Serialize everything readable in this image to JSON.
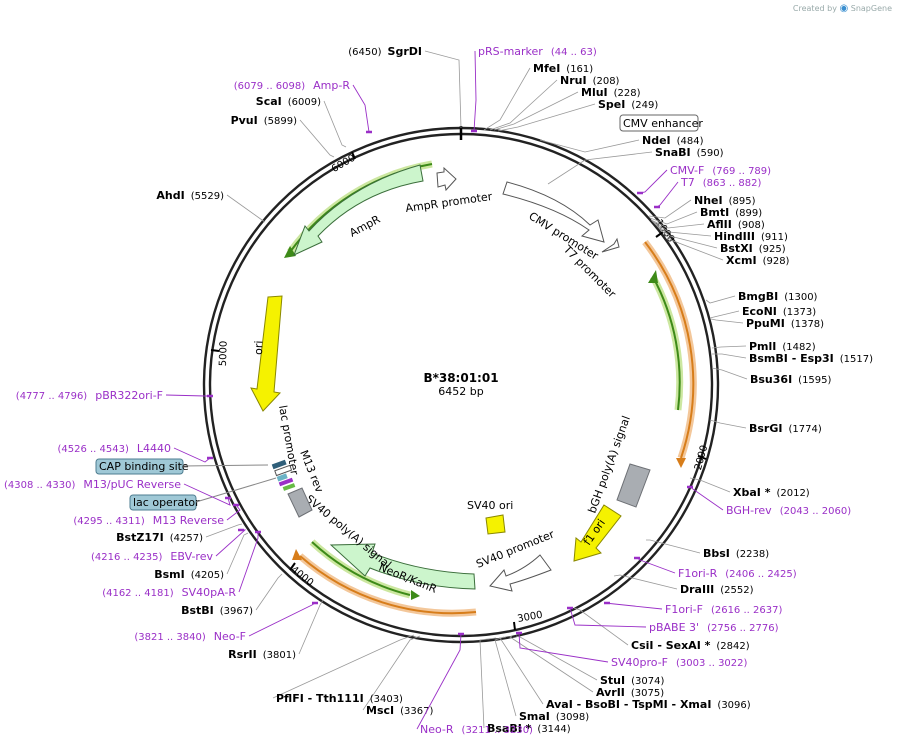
{
  "brand": {
    "prefix": "Created by",
    "logo": "SnapGene"
  },
  "plasmid": {
    "name": "B*38:01:01",
    "size": "6452 bp"
  },
  "ticks": [
    "1000",
    "2000",
    "3000",
    "4000",
    "5000",
    "6000"
  ],
  "features": [
    {
      "name": "CMV enhancer",
      "boxed": true
    },
    {
      "name": "CMV promoter"
    },
    {
      "name": "T7 promoter"
    },
    {
      "name": "bGH poly(A) signal"
    },
    {
      "name": "f1 ori"
    },
    {
      "name": "SV40 ori"
    },
    {
      "name": "SV40 promoter"
    },
    {
      "name": "NeoR/KanR"
    },
    {
      "name": "SV40 poly(A) signal"
    },
    {
      "name": "M13 rev"
    },
    {
      "name": "lac promoter"
    },
    {
      "name": "ori"
    },
    {
      "name": "AmpR"
    },
    {
      "name": "AmpR promoter"
    },
    {
      "name": "CAP binding site",
      "boxed": true
    },
    {
      "name": "lac operator",
      "boxed": true
    }
  ],
  "enzymes": [
    {
      "name": "SgrDI",
      "pos": "(6450)"
    },
    {
      "name": "MfeI",
      "pos": "(161)"
    },
    {
      "name": "NruI",
      "pos": "(208)"
    },
    {
      "name": "MluI",
      "pos": "(228)"
    },
    {
      "name": "SpeI",
      "pos": "(249)"
    },
    {
      "name": "NdeI",
      "pos": "(484)"
    },
    {
      "name": "SnaBI",
      "pos": "(590)"
    },
    {
      "name": "NheI",
      "pos": "(895)"
    },
    {
      "name": "BmtI",
      "pos": "(899)"
    },
    {
      "name": "AflII",
      "pos": "(908)"
    },
    {
      "name": "HindIII",
      "pos": "(911)"
    },
    {
      "name": "BstXI",
      "pos": "(925)"
    },
    {
      "name": "XcmI",
      "pos": "(928)"
    },
    {
      "name": "BmgBI",
      "pos": "(1300)"
    },
    {
      "name": "EcoNI",
      "pos": "(1373)"
    },
    {
      "name": "PpuMI",
      "pos": "(1378)"
    },
    {
      "name": "PmlI",
      "pos": "(1482)"
    },
    {
      "name": "BsmBI - Esp3I",
      "pos": "(1517)"
    },
    {
      "name": "Bsu36I",
      "pos": "(1595)"
    },
    {
      "name": "BsrGI",
      "pos": "(1774)"
    },
    {
      "name": "XbaI *",
      "pos": "(2012)"
    },
    {
      "name": "BbsI",
      "pos": "(2238)"
    },
    {
      "name": "DraIII",
      "pos": "(2552)"
    },
    {
      "name": "CsiI - SexAI *",
      "pos": "(2842)"
    },
    {
      "name": "StuI",
      "pos": "(3074)"
    },
    {
      "name": "AvrII",
      "pos": "(3075)"
    },
    {
      "name": "AvaI - BsoBI - TspMI - XmaI",
      "pos": "(3096)"
    },
    {
      "name": "SmaI",
      "pos": "(3098)"
    },
    {
      "name": "BsaBI *",
      "pos": "(3144)"
    },
    {
      "name": "MscI",
      "pos": "(3367)"
    },
    {
      "name": "PflFI - Tth111I",
      "pos": "(3403)"
    },
    {
      "name": "RsrII",
      "pos": "(3801)"
    },
    {
      "name": "BstBI",
      "pos": "(3967)"
    },
    {
      "name": "BsmI",
      "pos": "(4205)"
    },
    {
      "name": "BstZ17I",
      "pos": "(4257)"
    },
    {
      "name": "AhdI",
      "pos": "(5529)"
    },
    {
      "name": "PvuI",
      "pos": "(5899)"
    },
    {
      "name": "ScaI",
      "pos": "(6009)"
    }
  ],
  "primers": [
    {
      "name": "pRS-marker",
      "pos": "(44 .. 63)"
    },
    {
      "name": "CMV-F",
      "pos": "(769 .. 789)"
    },
    {
      "name": "T7",
      "pos": "(863 .. 882)"
    },
    {
      "name": "BGH-rev",
      "pos": "(2043 .. 2060)"
    },
    {
      "name": "F1ori-R",
      "pos": "(2406 .. 2425)"
    },
    {
      "name": "F1ori-F",
      "pos": "(2616 .. 2637)"
    },
    {
      "name": "pBABE 3'",
      "pos": "(2756 .. 2776)"
    },
    {
      "name": "SV40pro-F",
      "pos": "(3003 .. 3022)"
    },
    {
      "name": "Neo-R",
      "pos": "(3211 .. 3230)"
    },
    {
      "name": "Neo-F",
      "pos": "(3821 .. 3840)"
    },
    {
      "name": "SV40pA-R",
      "pos": "(4162 .. 4181)"
    },
    {
      "name": "EBV-rev",
      "pos": "(4216 .. 4235)"
    },
    {
      "name": "M13 Reverse",
      "pos": "(4295 .. 4311)"
    },
    {
      "name": "M13/pUC Reverse",
      "pos": "(4308 .. 4330)"
    },
    {
      "name": "L4440",
      "pos": "(4526 .. 4543)"
    },
    {
      "name": "pBR322ori-F",
      "pos": "(4777 .. 4796)"
    },
    {
      "name": "Amp-R",
      "pos": "(6079 .. 6098)"
    }
  ]
}
